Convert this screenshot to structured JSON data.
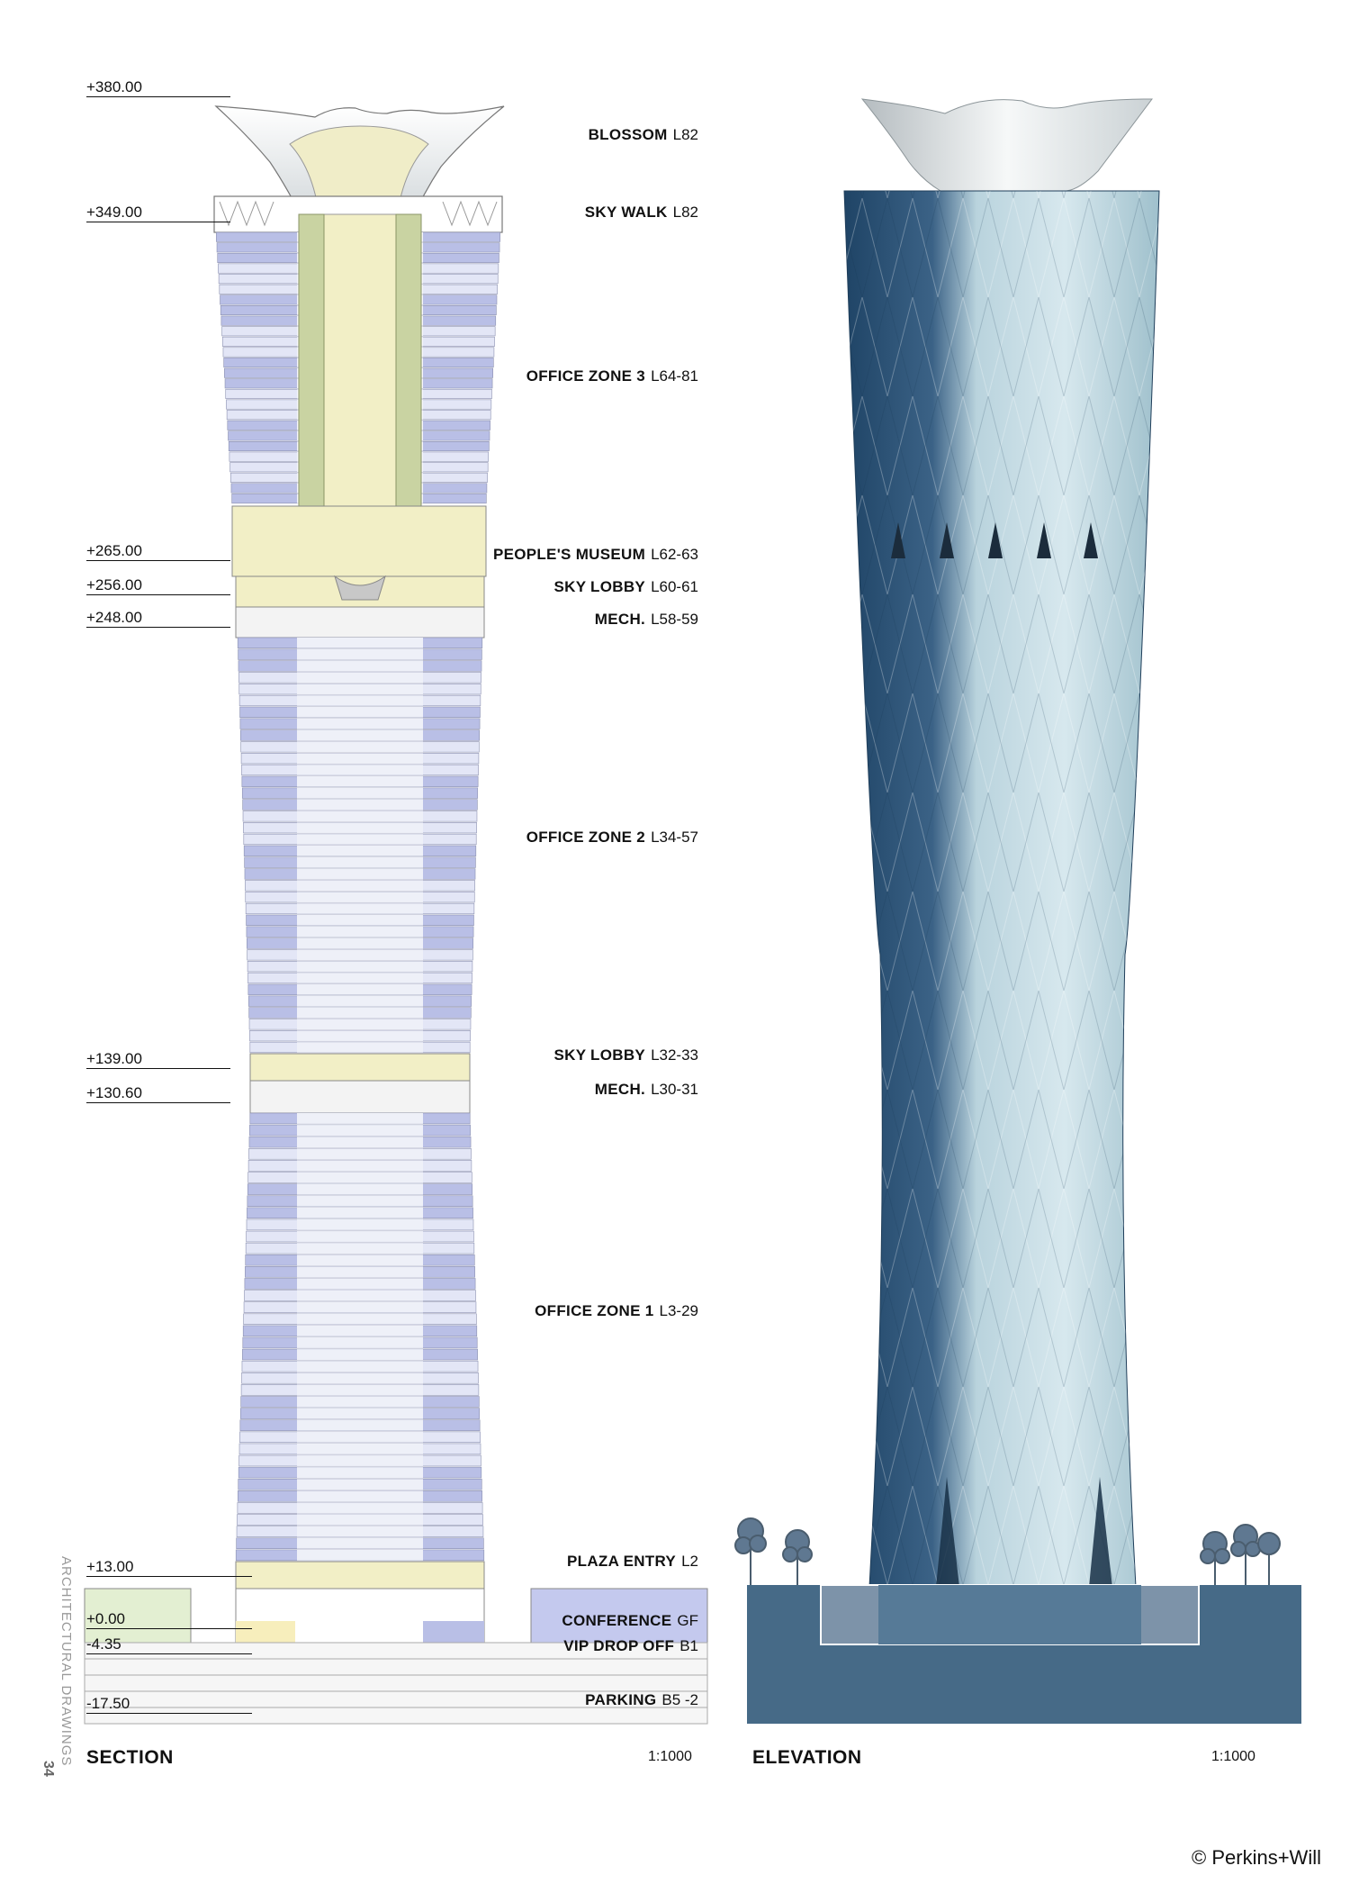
{
  "section": {
    "title": "SECTION",
    "scale": "1:1000",
    "elevations": [
      "+380.00",
      "+349.00",
      "+265.00",
      "+256.00",
      "+248.00",
      "+139.00",
      "+130.60",
      "+13.00",
      "+0.00",
      "-4.35",
      "-17.50"
    ],
    "zones": [
      {
        "name": "BLOSSOM",
        "level": "L82"
      },
      {
        "name": "SKY WALK",
        "level": "L82"
      },
      {
        "name": "OFFICE ZONE 3",
        "level": "L64-81"
      },
      {
        "name": "PEOPLE'S MUSEUM",
        "level": "L62-63"
      },
      {
        "name": "SKY LOBBY",
        "level": "L60-61"
      },
      {
        "name": "MECH.",
        "level": "L58-59"
      },
      {
        "name": "OFFICE ZONE 2",
        "level": "L34-57"
      },
      {
        "name": "SKY LOBBY",
        "level": "L32-33"
      },
      {
        "name": "MECH.",
        "level": "L30-31"
      },
      {
        "name": "OFFICE ZONE 1",
        "level": "L3-29"
      },
      {
        "name": "PLAZA ENTRY",
        "level": "L2"
      },
      {
        "name": "CONFERENCE",
        "level": "GF"
      },
      {
        "name": "VIP DROP OFF",
        "level": "B1"
      },
      {
        "name": "PARKING",
        "level": "B5 -2"
      }
    ]
  },
  "elevation": {
    "title": "ELEVATION",
    "scale": "1:1000"
  },
  "sidebar": {
    "text": "ARCHITECTURAL DRAWINGS",
    "page_number": "34"
  },
  "credit": "© Perkins+Will",
  "colors": {
    "office_band": "#b9bfe6",
    "office_band_light": "#e3e6f6",
    "core_yellow": "#f2efc6",
    "garden_green": "#c9d3a2",
    "glass_dark": "#3b6286",
    "glass_light": "#d7e8ee",
    "podium": "#466a87",
    "crown": "#e7ecee"
  }
}
